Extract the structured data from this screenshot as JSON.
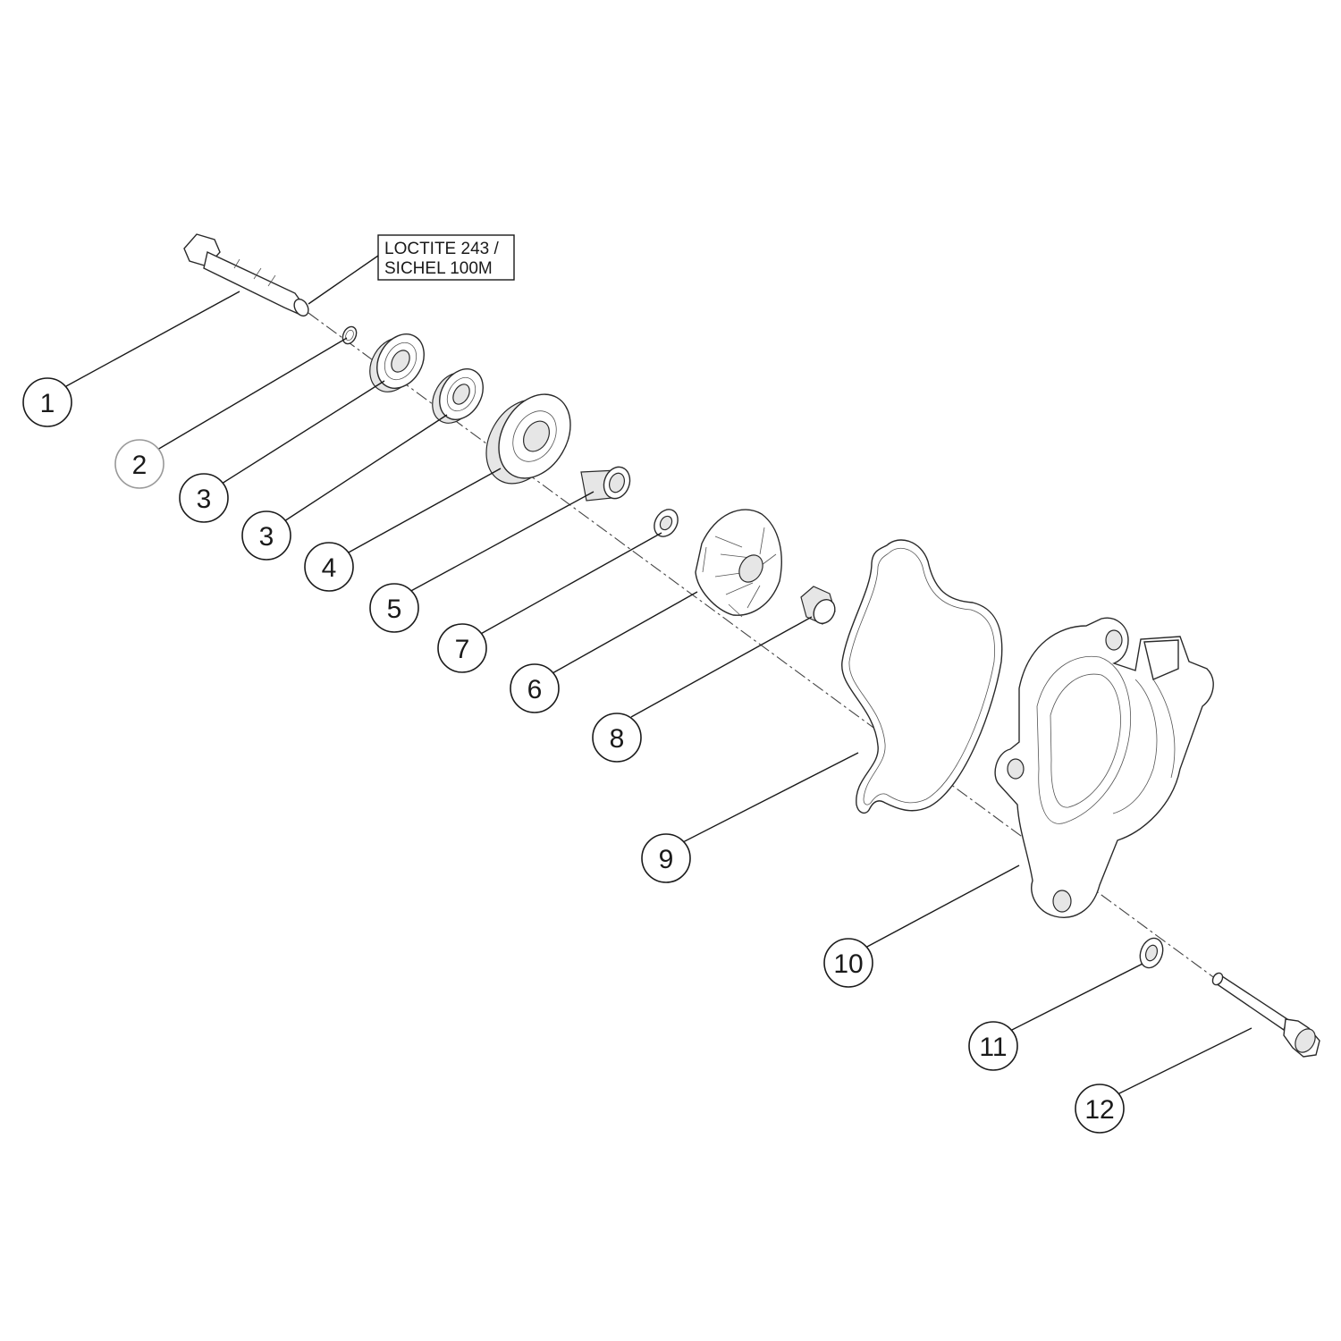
{
  "note": {
    "line1": "LOCTITE 243 /",
    "line2": "SICHEL 100M"
  },
  "callouts": [
    {
      "id": "c1",
      "label": "1"
    },
    {
      "id": "c2",
      "label": "2"
    },
    {
      "id": "c3a",
      "label": "3"
    },
    {
      "id": "c3b",
      "label": "3"
    },
    {
      "id": "c4",
      "label": "4"
    },
    {
      "id": "c5",
      "label": "5"
    },
    {
      "id": "c7",
      "label": "7"
    },
    {
      "id": "c6",
      "label": "6"
    },
    {
      "id": "c8",
      "label": "8"
    },
    {
      "id": "c9",
      "label": "9"
    },
    {
      "id": "c10",
      "label": "10"
    },
    {
      "id": "c11",
      "label": "11"
    },
    {
      "id": "c12",
      "label": "12"
    }
  ]
}
